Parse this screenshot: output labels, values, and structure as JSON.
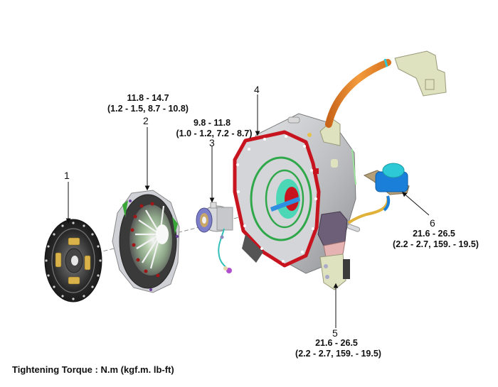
{
  "diagram": {
    "title": "Clutch and transmission housing exploded view",
    "footer_note": "Tightening Torque : N.m (kgf.m. lb-ft)",
    "callouts": [
      {
        "number": "1",
        "part": "clutch-disc",
        "torque_nm": "",
        "torque_alt": ""
      },
      {
        "number": "2",
        "part": "clutch-cover",
        "torque_nm": "11.8 - 14.7",
        "torque_alt": "(1.2 - 1.5, 8.7 - 10.8)"
      },
      {
        "number": "3",
        "part": "concentric-slave-cylinder",
        "torque_nm": "9.8 - 11.8",
        "torque_alt": "(1.0 - 1.2, 7.2 - 8.7)"
      },
      {
        "number": "4",
        "part": "transmission-housing",
        "torque_nm": "",
        "torque_alt": ""
      },
      {
        "number": "5",
        "part": "clutch-actuator",
        "torque_nm": "21.6 - 26.5",
        "torque_alt": "(2.2 - 2.7, 159. - 19.5)"
      },
      {
        "number": "6",
        "part": "reservoir-tank",
        "torque_nm": "21.6 - 26.5",
        "torque_alt": "(2.2 - 2.7, 159. - 19.5)"
      }
    ],
    "colors": {
      "housing_gasket": "#c8141e",
      "housing_body": "#c9cbce",
      "green_rib": "#2fa84a",
      "cable_orange": "#e8821e",
      "connector_beige": "#dfe2bf",
      "reservoir_blue": "#1a7fd8",
      "reservoir_cap": "#2ec9d6",
      "disc_dark": "#2b2b2b",
      "spring_yellow": "#d9b24a",
      "actuator_purple": "#6e5f78",
      "actuator_pink": "#e5b3b1"
    }
  }
}
